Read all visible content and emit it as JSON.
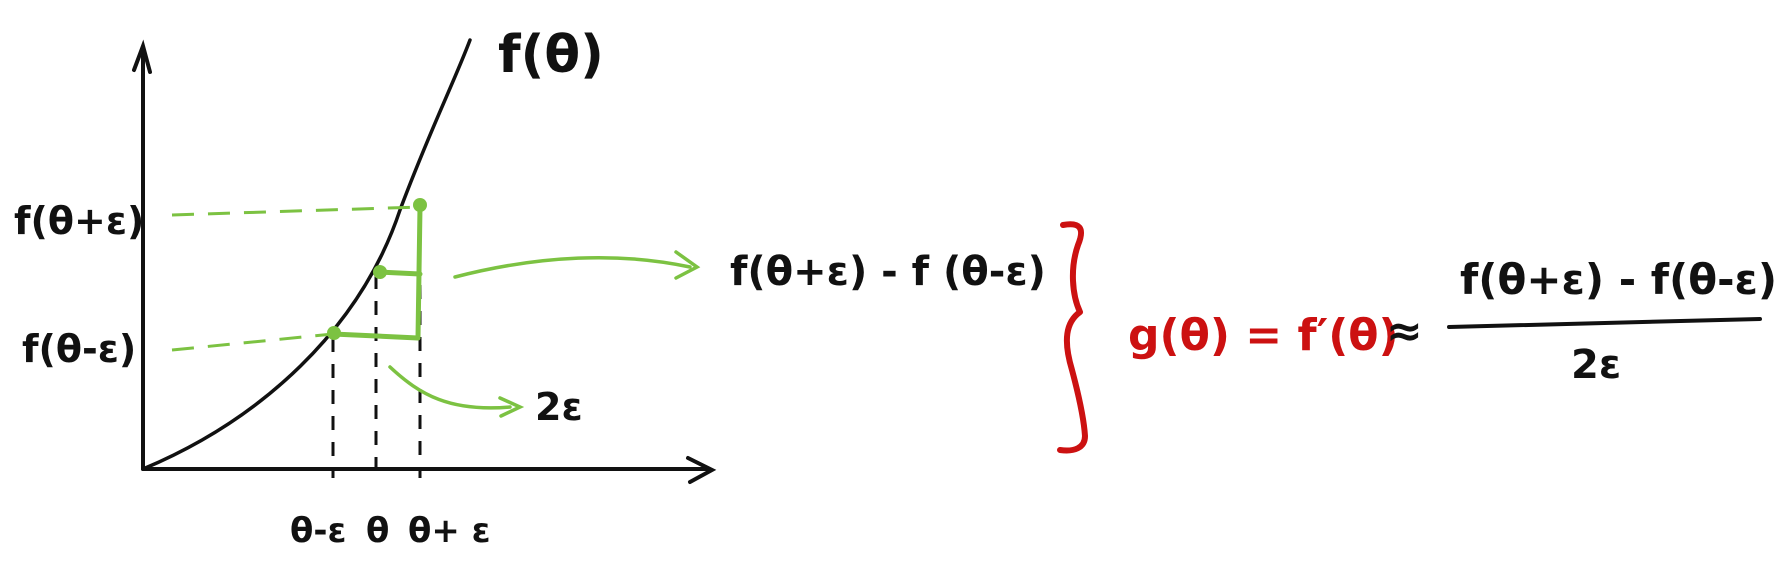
{
  "colors": {
    "ink": "#111111",
    "green": "#7cc242",
    "red": "#cc1111"
  },
  "graph": {
    "curve_label": "f(θ)",
    "y_label_upper": "f(θ+ε)",
    "y_label_lower": "f(θ-ε)",
    "x_label_left": "θ-ε",
    "x_label_center": "θ",
    "x_label_right": "θ+ ε",
    "rise_label": "f(θ+ε) - f (θ-ε)",
    "run_label": "2ε"
  },
  "formula": {
    "lhs": "g(θ) = f′(θ)",
    "approx_symbol": "≈",
    "numerator": "f(θ+ε) - f(θ-ε)",
    "denominator": "2ε"
  }
}
